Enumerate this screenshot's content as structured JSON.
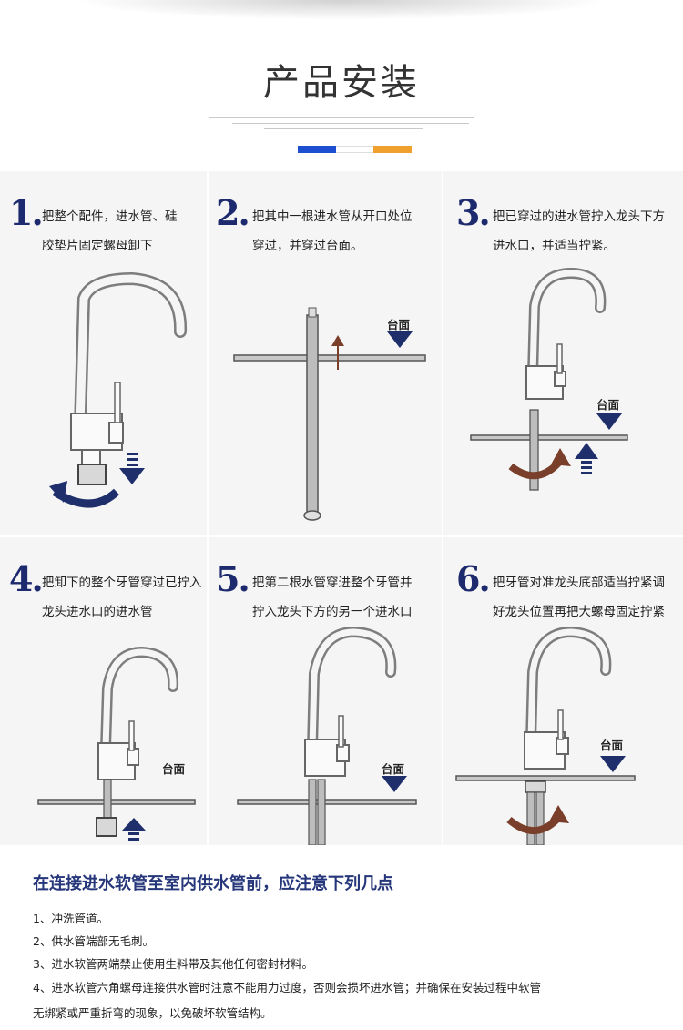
{
  "header": {
    "title": "产品安装",
    "colors": {
      "blue": "#1d4fd0",
      "white": "#ffffff",
      "orange": "#f0a02c"
    }
  },
  "steps": [
    {
      "num": "1.",
      "line1": "把整个配件，进水管、硅",
      "line2": "胶垫片固定螺母卸下"
    },
    {
      "num": "2.",
      "line1": "把其中一根进水管从开口处位",
      "line2": "穿过，并穿过台面。",
      "label": "台面"
    },
    {
      "num": "3.",
      "line1": "把已穿过的进水管拧入龙头下方",
      "line2": "进水口，并适当拧紧。",
      "label": "台面"
    },
    {
      "num": "4.",
      "line1": "把卸下的整个牙管穿过已拧入",
      "line2": "龙头进水口的进水管",
      "label": "台面"
    },
    {
      "num": "5.",
      "line1": "把第二根水管穿进整个牙管并",
      "line2": "拧入龙头下方的另一个进水口",
      "label": "台面"
    },
    {
      "num": "6.",
      "line1": "把牙管对准龙头底部适当拧紧调",
      "line2": "好龙头位置再把大螺母固定拧紧",
      "label": "台面"
    }
  ],
  "notes": {
    "title": "在连接进水软管至室内供水管前，应注意下列几点",
    "items": [
      "1、冲洗管道。",
      "2、供水管端部无毛刺。",
      "3、进水软管两端禁止使用生料带及其他任何密封材料。",
      "4、进水软管六角螺母连接供水管时注意不能用力过度，否则会损坏进水管；并确保在安装过程中软管",
      "无绑紧或严重折弯的现象，以免破坏软管结构。"
    ]
  },
  "colors": {
    "navy": "#1e2a6e",
    "brown": "#7a3f2a",
    "arrow": "#1f2f6c"
  }
}
